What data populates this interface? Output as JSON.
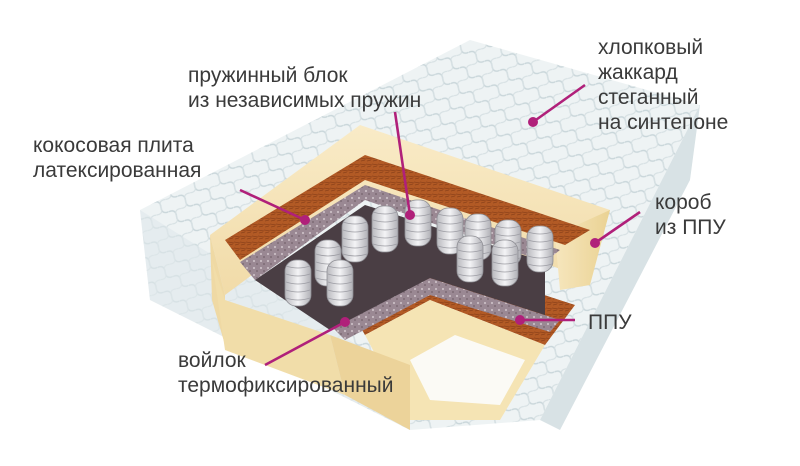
{
  "accent_color": "#b0207a",
  "labels": {
    "spring_block": [
      "пружинный блок",
      "из независимых пружин"
    ],
    "cotton_jacquard": [
      "хлопковый",
      "жаккард",
      "стеганный",
      "на синтепоне"
    ],
    "coconut": [
      "кокосовая плита",
      "латексированная"
    ],
    "foam_box": [
      "короб",
      "из ППУ"
    ],
    "ppu": [
      "ППУ"
    ],
    "felt": [
      "войлок",
      "термофиксированный"
    ]
  }
}
